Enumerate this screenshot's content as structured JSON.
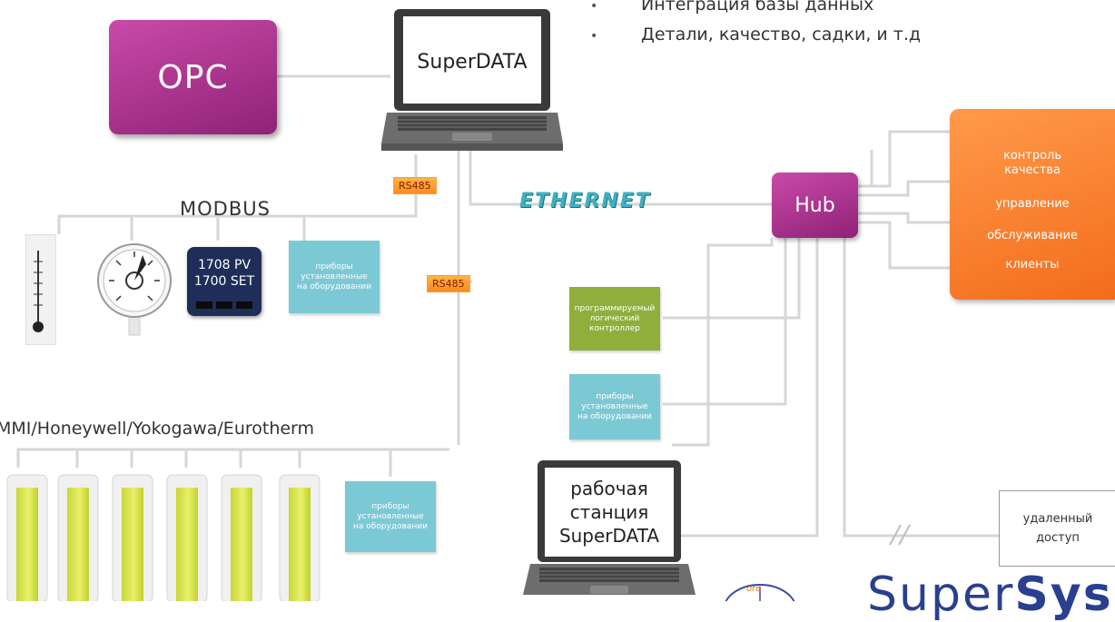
{
  "bullets": [
    "Интеграция базы данных",
    "Детали, качество, садки, и т.д"
  ],
  "opc": "OPC",
  "main_laptop": "SuperDATA",
  "rs485_top": "RS485",
  "rs485_mid": "RS485",
  "modbus": "MODBUS",
  "ethernet": "ETHERNET",
  "hub": "Hub",
  "controller_display": {
    "line1": "1708 PV",
    "line2": "1700 SET"
  },
  "device_box": {
    "line1": "приборы",
    "line2": "установленные",
    "line3": "на оборудовании"
  },
  "plc": {
    "line1": "программируемый",
    "line2": "логический",
    "line3": "контроллер"
  },
  "functions": {
    "quality_1": "контроль",
    "quality_2": "качества",
    "control": "управление",
    "service": "обслуживание",
    "clients": "клиенты"
  },
  "mmi_label": "MMI/Honeywell/Yokogawa/Eurotherm",
  "workstation": {
    "line1": "рабочая",
    "line2": "станция",
    "line3": "SuperDATA"
  },
  "remote": {
    "line1": "удаленный",
    "line2": "доступ"
  },
  "brand": {
    "part1": "Super",
    "part2": "Sys"
  },
  "seal_text": "ore",
  "colors": {
    "magenta": "#a8318c",
    "orange": "#f47b24",
    "teal": "#7cc9d6",
    "green": "#8fae3a",
    "ethernet": "#3fb0c0",
    "brand": "#2a3f8f"
  }
}
